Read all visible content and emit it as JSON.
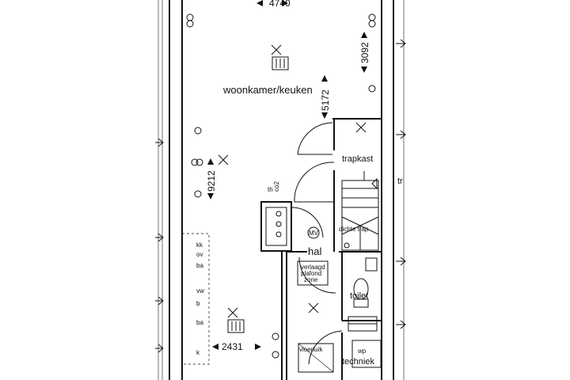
{
  "rooms": {
    "living": "woonkamer/keuken",
    "closet": "trapkast",
    "hall": "hal",
    "toilet": "toilet",
    "technical": "techniek",
    "stairs": "dichte trap",
    "ceiling_line1": "verlaagd",
    "ceiling_line2": "plafond",
    "ceiling_line3": "zone",
    "floor_hatch": "vloerluik",
    "right_edge_fragment": "tr"
  },
  "dimensions": {
    "top_width": "4740",
    "living_depth": "5172",
    "right_depth": "3092",
    "left_depth": "9212",
    "bottom_width": "2431"
  },
  "symbols": {
    "thermostat": "th",
    "co2_sensor": "co2",
    "mechanical_ventilation": "MV",
    "wp_unit": "wp"
  },
  "meter_labels": [
    "kk",
    "ov",
    "ba",
    "vw",
    "b",
    "ba",
    "k"
  ],
  "colors": {
    "line": "#111111",
    "background": "#ffffff"
  }
}
